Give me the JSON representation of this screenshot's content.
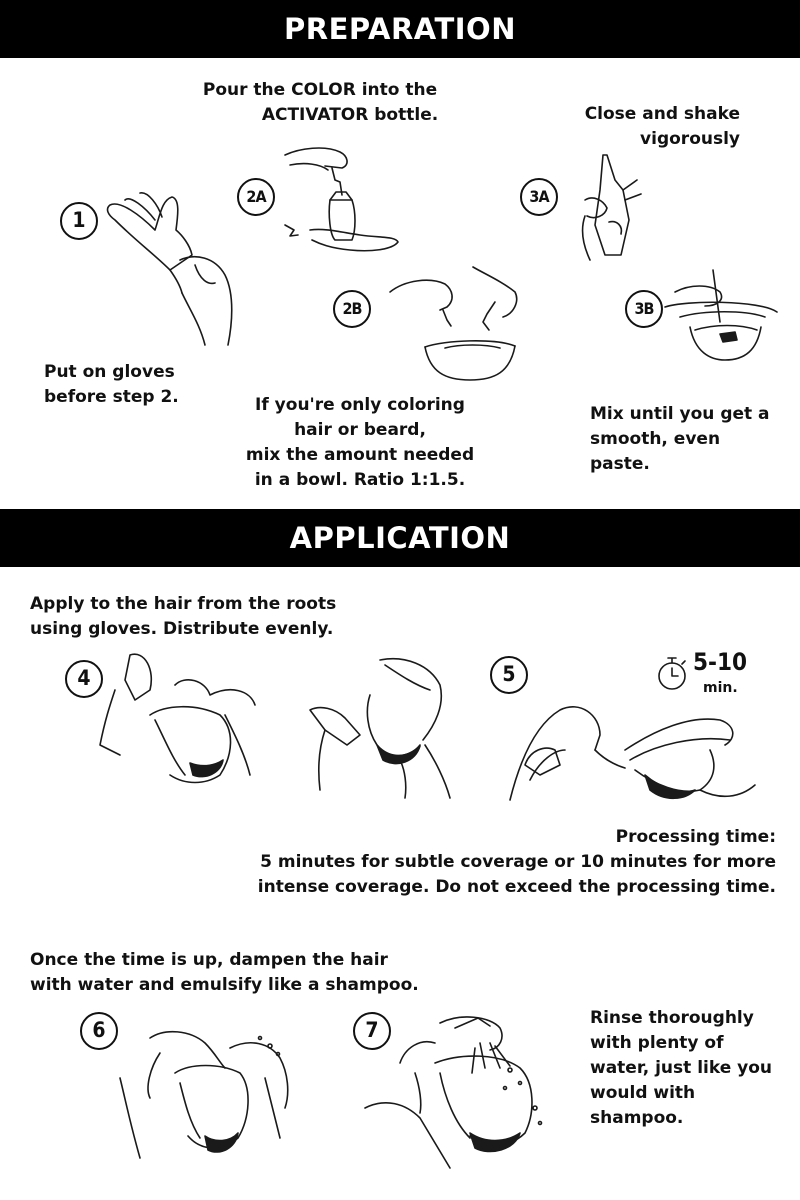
{
  "sections": {
    "preparation_title": "PREPARATION",
    "application_title": "APPLICATION"
  },
  "steps": {
    "s1": {
      "badge": "1",
      "text_lines": [
        "Put on gloves",
        "before step 2."
      ]
    },
    "s2a": {
      "badge": "2A",
      "text_lines": [
        "Pour the COLOR into the",
        "ACTIVATOR bottle."
      ]
    },
    "s2b": {
      "badge": "2B",
      "text_lines": [
        "If you're only coloring",
        "hair or beard,",
        "mix the amount needed",
        "in a bowl. Ratio 1:1.5."
      ]
    },
    "s3a": {
      "badge": "3A",
      "text_lines": [
        "Close and shake",
        "vigorously"
      ]
    },
    "s3b": {
      "badge": "3B",
      "text_lines": [
        "Mix until you get a",
        "smooth, even",
        "paste."
      ]
    },
    "s4": {
      "badge": "4",
      "text_lines": [
        "Apply to the hair from the roots",
        "using gloves. Distribute evenly."
      ]
    },
    "s5": {
      "badge": "5",
      "text_lines": [
        "Processing time:",
        "5 minutes for subtle coverage or 10 minutes for more",
        "intense coverage. Do not exceed the processing time."
      ]
    },
    "s6": {
      "badge": "6",
      "text_lines": [
        "Once the time is up, dampen the hair",
        "with water and emulsify like a shampoo."
      ]
    },
    "s7": {
      "badge": "7",
      "text_lines": [
        "Rinse thoroughly",
        "with plenty of",
        "water, just like you",
        "would with",
        "shampoo."
      ]
    }
  },
  "timer": {
    "range": "5-10",
    "unit": "min.",
    "icon": "stopwatch-icon"
  },
  "colors": {
    "band": "#000000",
    "ink": "#111111",
    "background": "#ffffff"
  }
}
